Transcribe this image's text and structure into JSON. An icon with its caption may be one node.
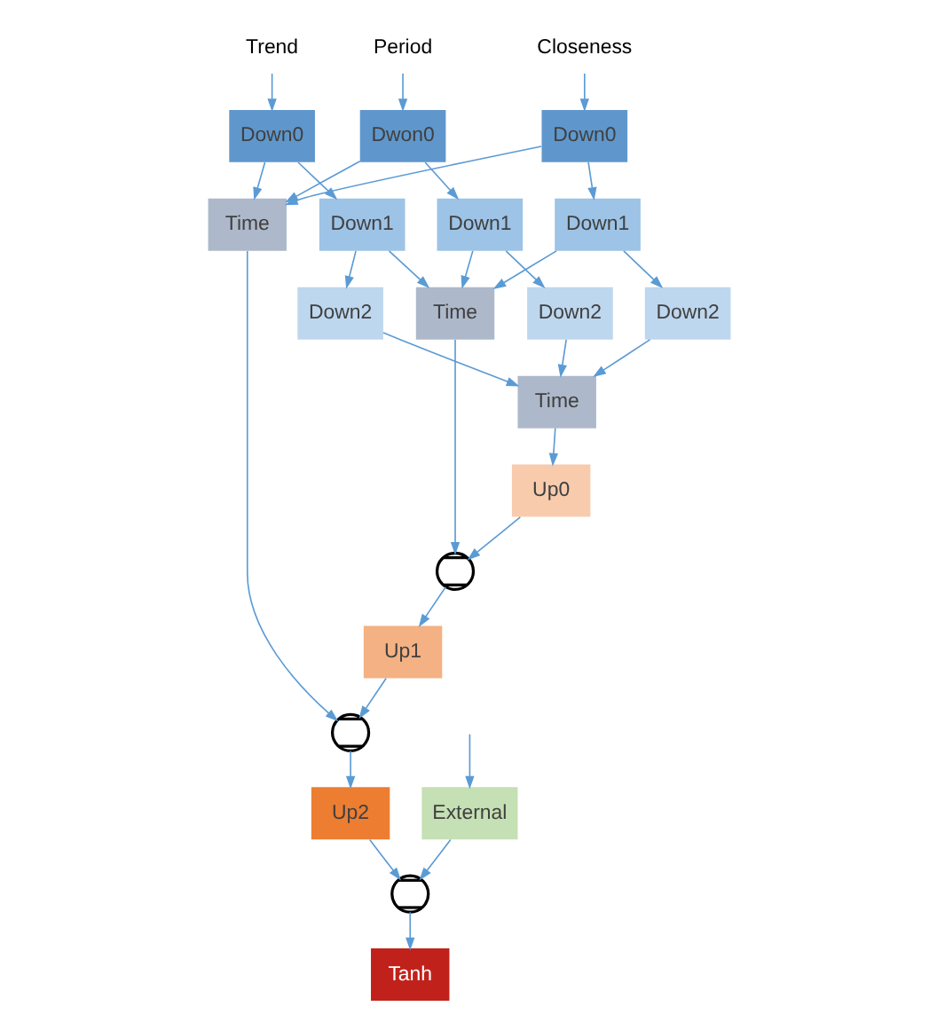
{
  "diagram": {
    "nodes": [
      {
        "text": [
          "Down0"
        ],
        "beside": [
          "Trend"
        ]
      },
      {
        "text": [
          "Dwon0"
        ],
        "beside": [
          "Period"
        ]
      },
      {
        "text": [
          "Down0"
        ],
        "beside": [
          "Closeness"
        ]
      },
      {
        "text": [
          "Time"
        ]
      },
      {
        "text": [
          "Down1"
        ]
      },
      {
        "text": [
          "Down1"
        ]
      },
      {
        "text": [
          "Down1"
        ]
      },
      {
        "text": [
          "Time"
        ]
      },
      {
        "text": [
          "Down2"
        ]
      },
      {
        "text": [
          "Down2"
        ]
      },
      {
        "text": [
          "Down2"
        ]
      },
      {
        "text": [
          "Time"
        ]
      },
      {
        "text": [
          "Up0"
        ]
      },
      {
        "text": [],
        "shape": "circle"
      },
      {
        "text": [
          "Up1"
        ]
      },
      {
        "text": [],
        "shape": "circle"
      },
      {
        "text": [
          "Up2"
        ]
      },
      {
        "text": [
          "External"
        ]
      },
      {
        "text": [],
        "shape": "circle"
      },
      {
        "text": [
          "Tanh"
        ]
      }
    ],
    "edges": [
      {
        "from": null,
        "to": 0,
        "arrow": "to"
      },
      {
        "from": null,
        "to": 1,
        "arrow": "to"
      },
      {
        "from": null,
        "to": 2,
        "arrow": "to"
      },
      {
        "from": 0,
        "to": 3,
        "arrow": "to"
      },
      {
        "from": 1,
        "to": 3,
        "arrow": "to"
      },
      {
        "from": 2,
        "to": 3,
        "arrow": "to"
      },
      {
        "from": 0,
        "to": 4,
        "arrow": "to"
      },
      {
        "from": 1,
        "to": 5,
        "arrow": "to"
      },
      {
        "from": 2,
        "to": 6,
        "arrow": "to"
      },
      {
        "from": 4,
        "to": 7,
        "arrow": "to"
      },
      {
        "from": 5,
        "to": 7,
        "arrow": "to"
      },
      {
        "from": 6,
        "to": 7,
        "arrow": "to"
      },
      {
        "from": 4,
        "to": 8,
        "arrow": "to"
      },
      {
        "from": 5,
        "to": 9,
        "arrow": "to"
      },
      {
        "from": 6,
        "to": 10,
        "arrow": "to"
      },
      {
        "from": 8,
        "to": 11,
        "arrow": "to"
      },
      {
        "from": 9,
        "to": 11,
        "arrow": "to"
      },
      {
        "from": 10,
        "to": 11,
        "arrow": "to"
      },
      {
        "from": 11,
        "to": 12,
        "arrow": "to"
      },
      {
        "from": 12,
        "to": 13,
        "arrow": "to"
      },
      {
        "from": 7,
        "to": 13,
        "arrow": "to"
      },
      {
        "from": 13,
        "to": 14,
        "arrow": "to"
      },
      {
        "from": 14,
        "to": 15,
        "arrow": "to"
      },
      {
        "from": 3,
        "to": 15,
        "arrow": "to"
      },
      {
        "from": 15,
        "to": 16,
        "arrow": "to"
      },
      {
        "from": 16,
        "to": 18,
        "arrow": "to"
      },
      {
        "from": null,
        "to": 17,
        "arrow": "to"
      },
      {
        "from": 17,
        "to": 18,
        "arrow": "to"
      },
      {
        "from": 18,
        "to": 19,
        "arrow": "to"
      }
    ]
  }
}
